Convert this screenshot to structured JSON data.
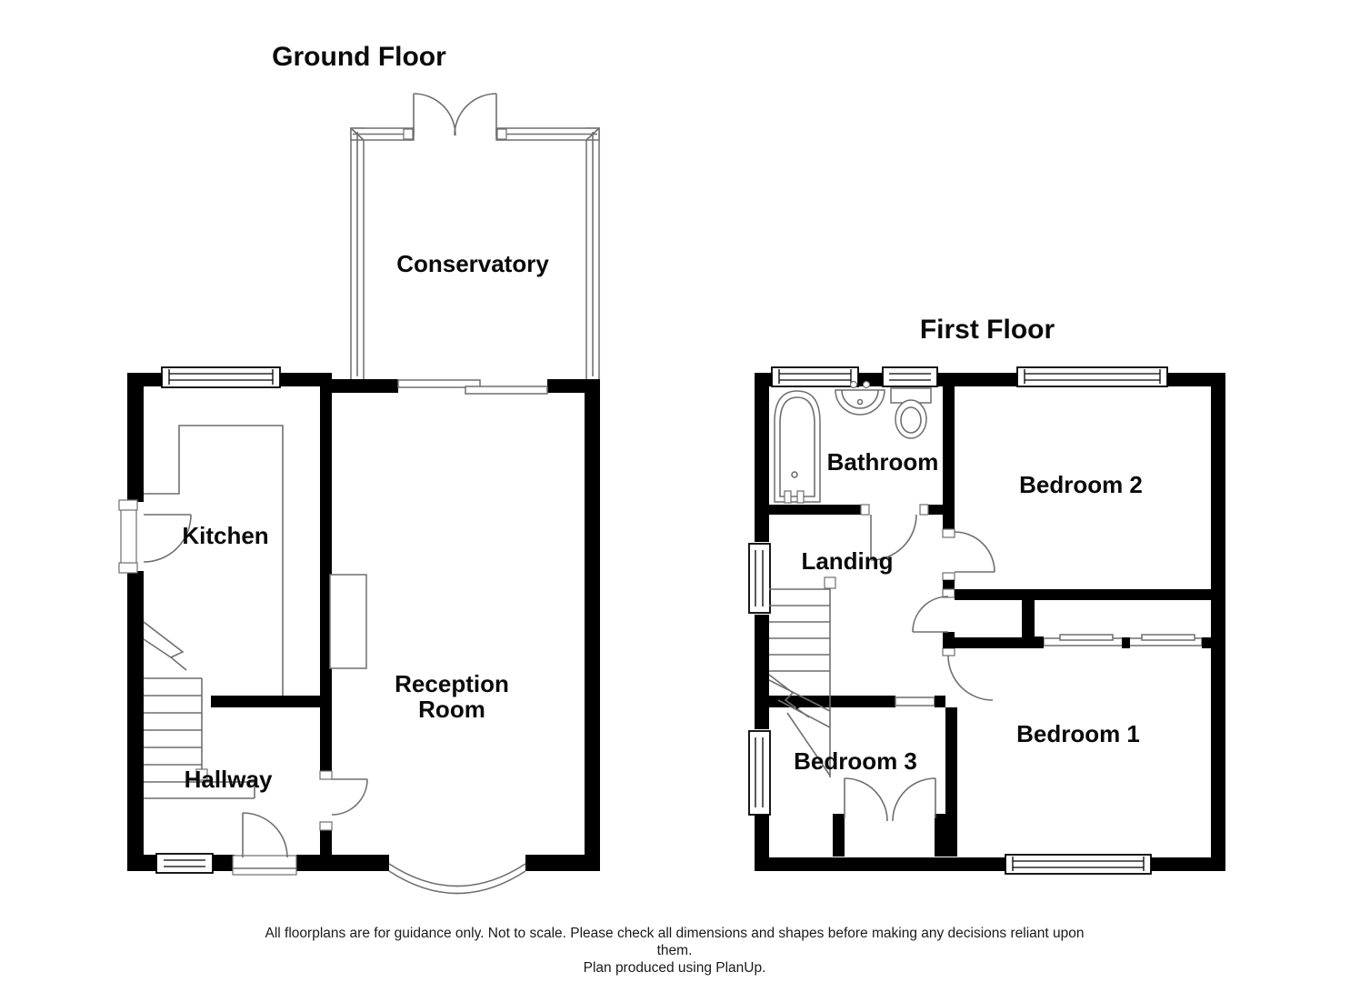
{
  "ground_floor": {
    "title": "Ground Floor",
    "rooms": {
      "conservatory": "Conservatory",
      "kitchen": "Kitchen",
      "reception_line1": "Reception",
      "reception_line2": "Room",
      "hallway": "Hallway"
    }
  },
  "first_floor": {
    "title": "First Floor",
    "rooms": {
      "bathroom": "Bathroom",
      "bedroom2": "Bedroom 2",
      "landing": "Landing",
      "bedroom1": "Bedroom 1",
      "bedroom3": "Bedroom 3"
    }
  },
  "footer": {
    "line1": "All floorplans are for guidance only. Not to scale. Please check all dimensions and shapes before making any decisions reliant upon",
    "line2": "them.",
    "line3": "Plan produced using PlanUp."
  },
  "colors": {
    "wall": "#000000",
    "thin_line": "#6f6f6f",
    "background": "#ffffff"
  }
}
